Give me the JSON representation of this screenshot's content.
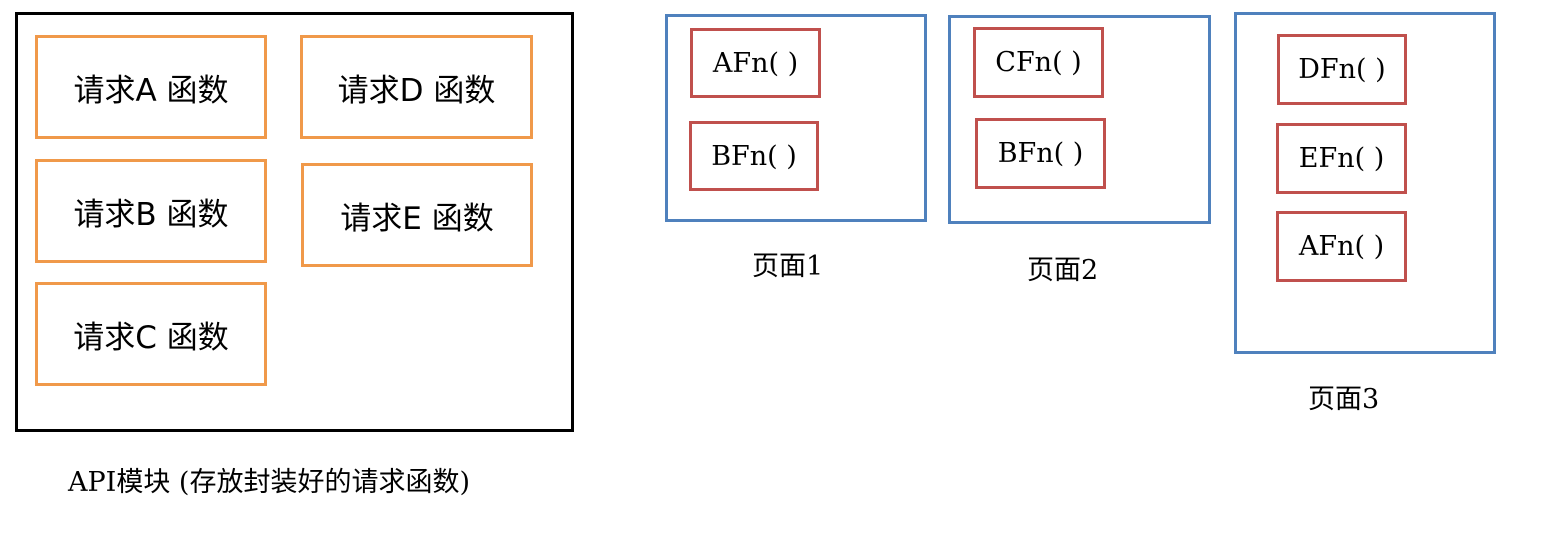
{
  "api_module": {
    "caption": "API模块 (存放封装好的请求函数)",
    "functions": [
      {
        "label": "请求A 函数"
      },
      {
        "label": "请求B 函数"
      },
      {
        "label": "请求C 函数"
      },
      {
        "label": "请求D 函数"
      },
      {
        "label": "请求E 函数"
      }
    ]
  },
  "pages": [
    {
      "label": "页面1",
      "calls": [
        "AFn( )",
        "BFn( )"
      ]
    },
    {
      "label": "页面2",
      "calls": [
        "CFn( )",
        "BFn( )"
      ]
    },
    {
      "label": "页面3",
      "calls": [
        "DFn( )",
        "EFn( )",
        "AFn( )"
      ]
    }
  ],
  "colors": {
    "module_border": "#000000",
    "request_box_border": "#f0994a",
    "page_border": "#4f81bd",
    "call_box_border": "#c0504d"
  }
}
